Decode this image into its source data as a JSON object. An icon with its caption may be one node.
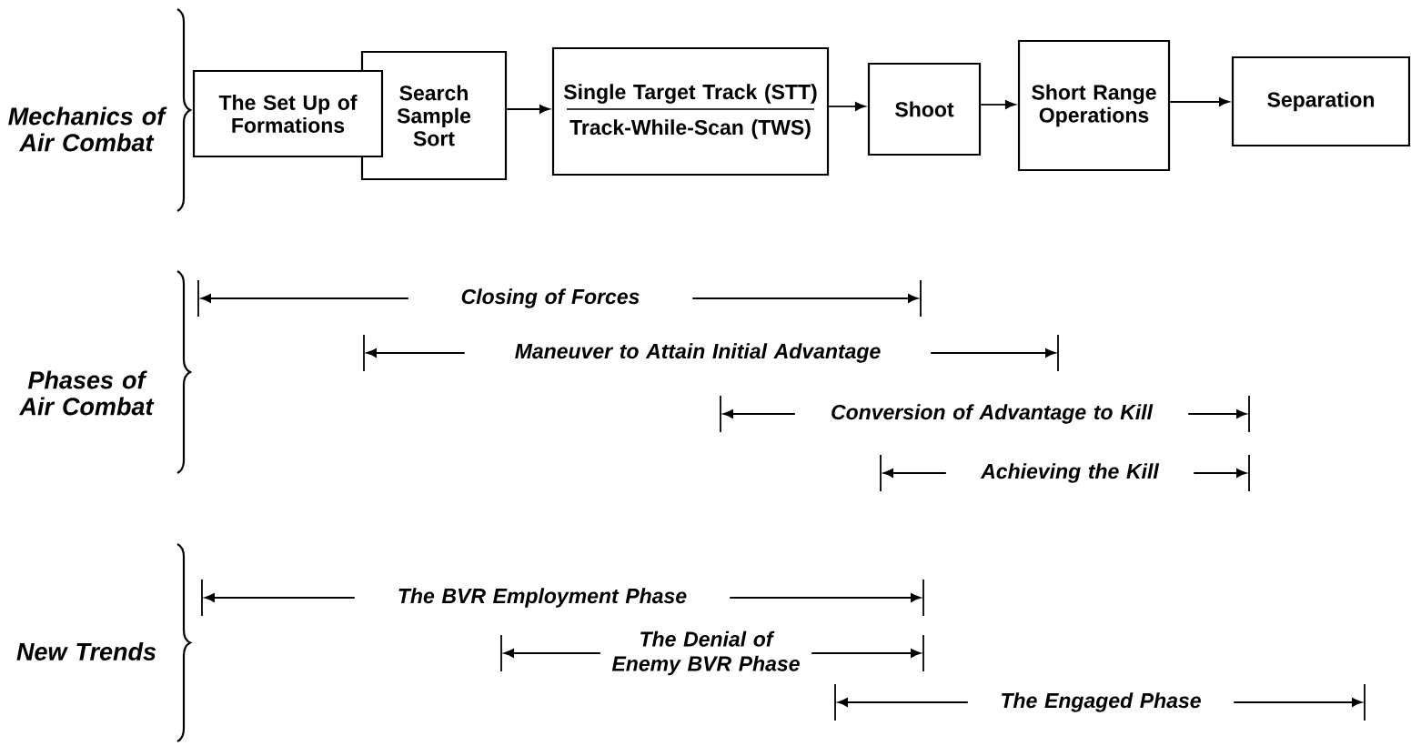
{
  "diagram": {
    "nodes": [
      {
        "text": [
          "The Set Up of Formations"
        ]
      },
      {
        "text": [
          "Search Sample Sort"
        ]
      },
      {
        "text": [
          "Single Target Track (STT)",
          "Track-While-Scan (TWS)"
        ]
      },
      {
        "text": [
          "Shoot"
        ]
      },
      {
        "text": [
          "Short Range Operations"
        ]
      },
      {
        "text": [
          "Separation"
        ]
      }
    ],
    "edges": [
      {
        "from": 1,
        "to": 2,
        "arrow": "to"
      },
      {
        "from": 2,
        "to": 3,
        "arrow": "to"
      },
      {
        "from": 3,
        "to": 4,
        "arrow": "to"
      },
      {
        "from": 4,
        "to": 5,
        "arrow": "to"
      }
    ],
    "labels": [
      "Mechanics of Air Combat",
      "Phases of Air Combat",
      "Closing of Forces",
      "Maneuver to Attain Initial Advantage",
      "Conversion of Advantage to Kill",
      "Achieving the Kill",
      "New Trends",
      "The BVR Employment Phase",
      "The Denial of Enemy BVR Phase",
      "The Engaged Phase"
    ]
  }
}
